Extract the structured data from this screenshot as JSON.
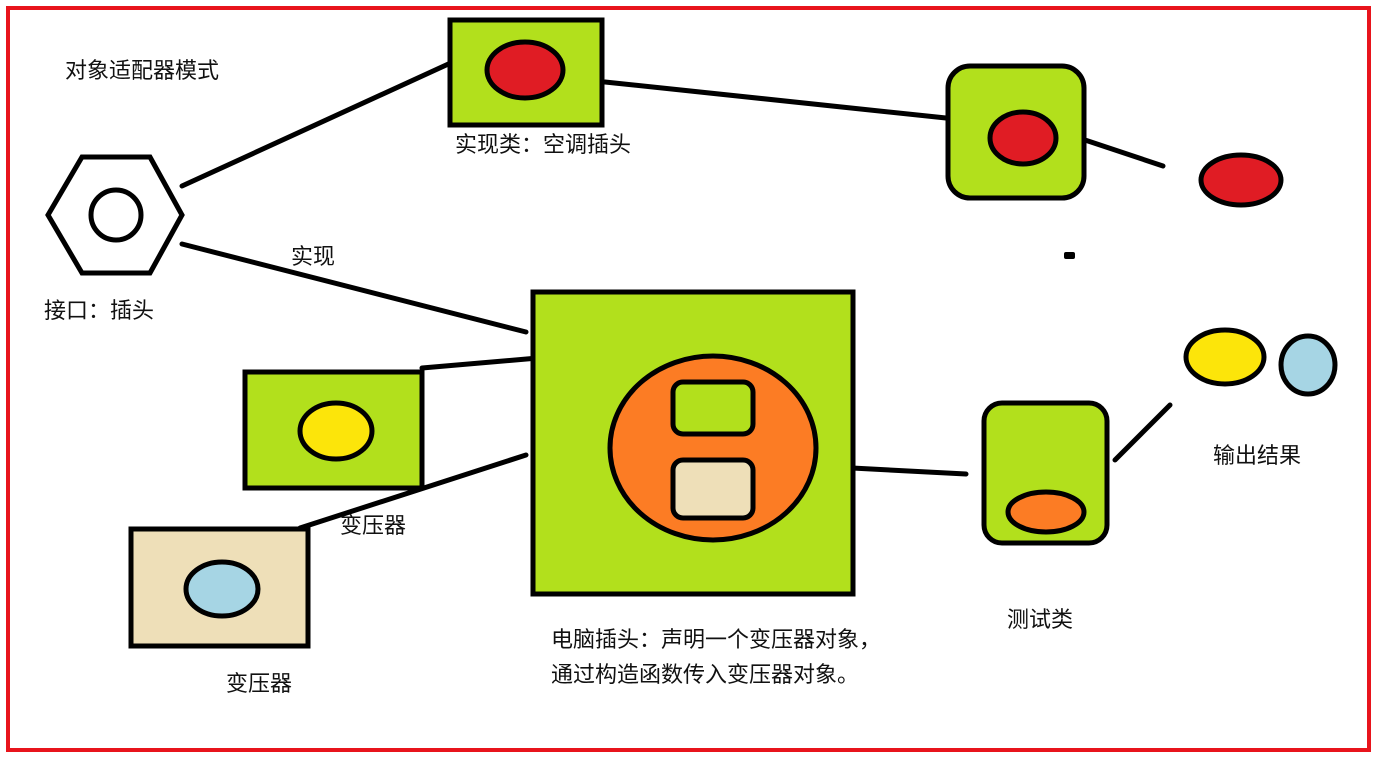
{
  "title": "对象适配器模式",
  "labels": {
    "impl_class": "实现类：空调插头",
    "interface": "接口：插头",
    "implements": "实现",
    "transformer_top": "变压器",
    "transformer_bottom": "变压器",
    "computer_plug_line1": "电脑插头：声明一个变压器对象，",
    "computer_plug_line2": "通过构造函数传入变压器对象。",
    "test_class": "测试类",
    "output": "输出结果"
  },
  "colors": {
    "frame": "#e8141c",
    "green": "#b2e01c",
    "beige": "#eedfb8",
    "red": "#e01c24",
    "yellow": "#fce50a",
    "light_blue": "#a6d5e4",
    "orange": "#fc7c24",
    "outline": "#000000"
  }
}
